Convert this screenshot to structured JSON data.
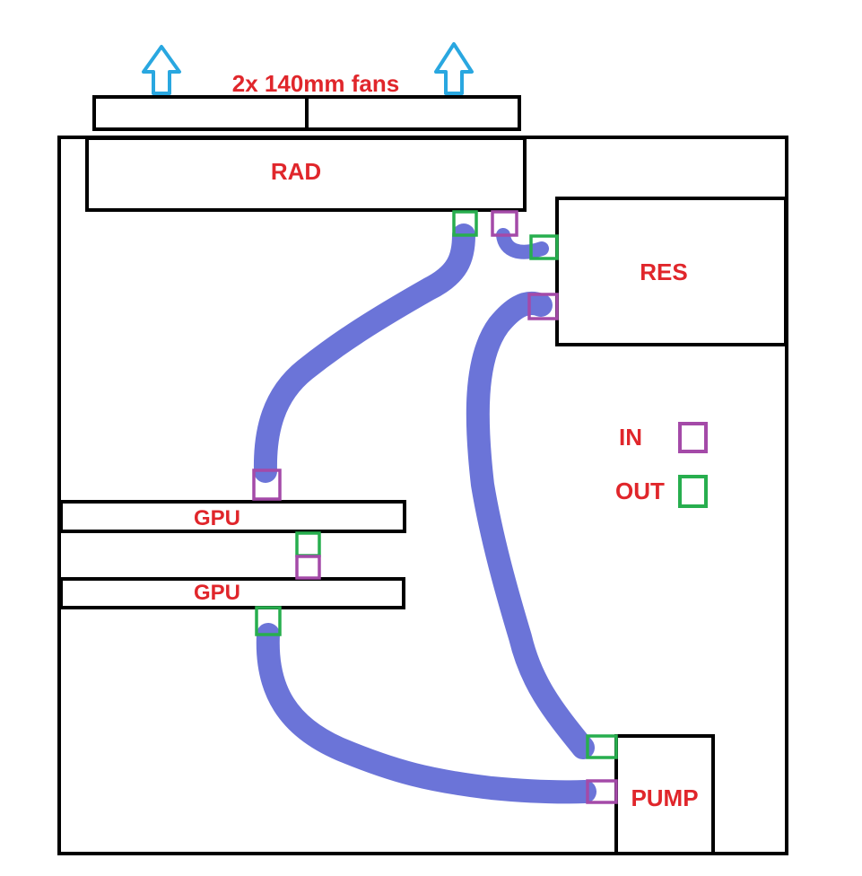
{
  "fans": {
    "label": "2x 140mm fans"
  },
  "components": {
    "radiator": "RAD",
    "reservoir": "RES",
    "gpu_top": "GPU",
    "gpu_bottom": "GPU",
    "pump": "PUMP"
  },
  "legend": {
    "in_label": "IN",
    "out_label": "OUT"
  },
  "colors": {
    "label_text": "#e0262b",
    "tube": "#6b74d8",
    "port_in": "#a44aa8",
    "port_out": "#27ae4e",
    "airflow_arrow": "#29a7e0",
    "outline": "#000000"
  }
}
